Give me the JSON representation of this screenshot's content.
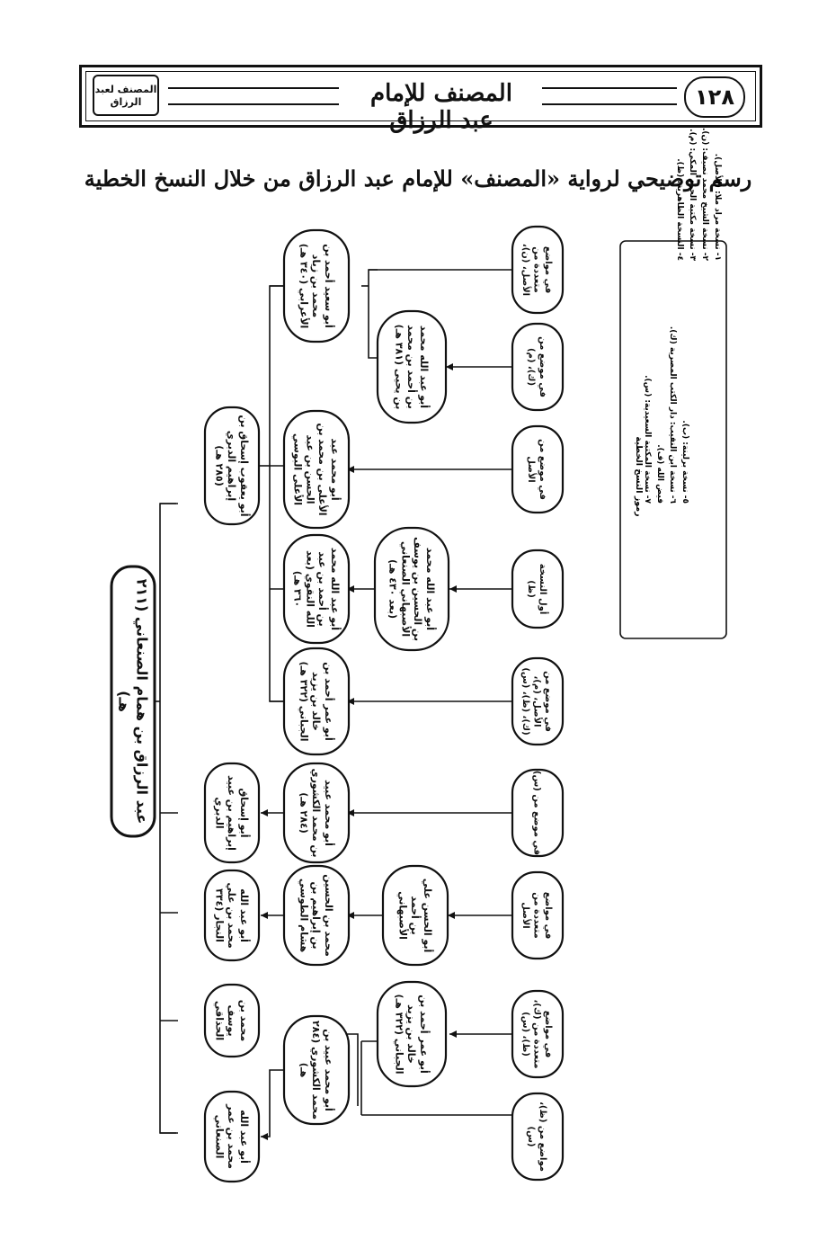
{
  "header": {
    "page_number": "١٢٨",
    "book_title": "المصنف للإمام عبد الرزاق",
    "logo_text": "المصنف لعبد الرزاق"
  },
  "page_title": "رسم توضيحي لرواية «المصنف» للإمام عبد الرزاق من خلال النسخ الخطية",
  "diagram": {
    "root": "عبد الرزاق بن همام الصنعاني (٢١١ هـ)",
    "students": [
      {
        "id": "s1",
        "text": "أبو يعقوب إسحاق بن إبراهيم الدبري (٢٨٥ هـ)"
      },
      {
        "id": "s2",
        "text": "أبو إسحاق إبراهيم بن عبيد الدبري"
      },
      {
        "id": "s3",
        "text": "أبو عبد الله محمد بن علي النجار (٣٣٤ هـ)"
      },
      {
        "id": "s4",
        "text": "محمد بن يوسف الحذاقي"
      },
      {
        "id": "s5",
        "text": "أبو عبد الله محمد بن عمر الصنعاني"
      }
    ],
    "level2": [
      {
        "id": "a1",
        "text": "أبو سعيد أحمد بن محمد بن زياد الأعرابي (٣٤٠ هـ)"
      },
      {
        "id": "a2",
        "text": "أبو محمد عبد الأعلى بن محمد بن الحسن بن عبد الأعلى البوسي القاضي"
      },
      {
        "id": "a3",
        "text": "أبو عبد الله محمد بن أحمد بن عبد الله النقوي (بعد ٣٦٠ هـ)"
      },
      {
        "id": "a4",
        "text": "أبو عمر أحمد بن خالد بن يزيد الجباني (٣٢٢ هـ)"
      },
      {
        "id": "a5",
        "text": "أبو محمد عبيد بن محمد الكشوري (٢٨٤ هـ)"
      },
      {
        "id": "a6",
        "text": "محمد بن الحسين بن إبراهيم بن هشام الطوسي"
      },
      {
        "id": "a7",
        "text": "أبو محمد عبيد بن محمد الكشوري (٢٨٤ هـ)"
      }
    ],
    "level3": [
      {
        "id": "b1",
        "text": "أبو عبد الله محمد بن أحمد بن محمد بن يحيى (٣٨١ هـ)"
      },
      {
        "id": "b2",
        "text": "أبو عبد الله محمد بن الحسين بن يوسف الأصبهاني الصنعاني (بعد ٤٣٠ هـ)"
      },
      {
        "id": "b3",
        "text": "أبو الحسن علي بن أحمد الأصبهاني"
      },
      {
        "id": "b4",
        "text": "أبو عمر أحمد بن خالد بن يزيد الجباني (٣٢٢ هـ)"
      }
    ],
    "sources": [
      {
        "id": "c1",
        "text": "في مواضع متعددة من الأصل، (ن)، (ع)"
      },
      {
        "id": "c2",
        "text": "في موضع من (ك)، (م)"
      },
      {
        "id": "c3",
        "text": "في موضع من الأصل"
      },
      {
        "id": "c4",
        "text": "أول النسخة (ظ)"
      },
      {
        "id": "c5",
        "text": "في موضع من الأصل، (م)، (ك)، (ظ)، (س)"
      },
      {
        "id": "c6",
        "text": "في موضع من (س)"
      },
      {
        "id": "c7",
        "text": "في مواضع متعددة من الأصل"
      },
      {
        "id": "c8",
        "text": "في مواضع متعددة من (ك)، (ظ)، (س)"
      },
      {
        "id": "c9",
        "text": "مواضع من (ظ)، (س)"
      }
    ],
    "legend": {
      "title": "رموز النسخ الخطية",
      "items": [
        "١- نسخة مراد ملا: (الأصل).",
        "٢- نسخة الشيخ محمد نصيف: (ن).",
        "٣- نسخة مكتبة الحرم المكي: (م).",
        "٤- النسخة الظاهرية: (ظ).",
        "٥- نسخة برلينة: (ب).",
        "٦- نسخة ابن النقيب: دار الكتب المصرية (ك).",
        "فيض الله (ف).",
        "٧- نسخة المكتبة السعيدية: (س)."
      ]
    }
  }
}
